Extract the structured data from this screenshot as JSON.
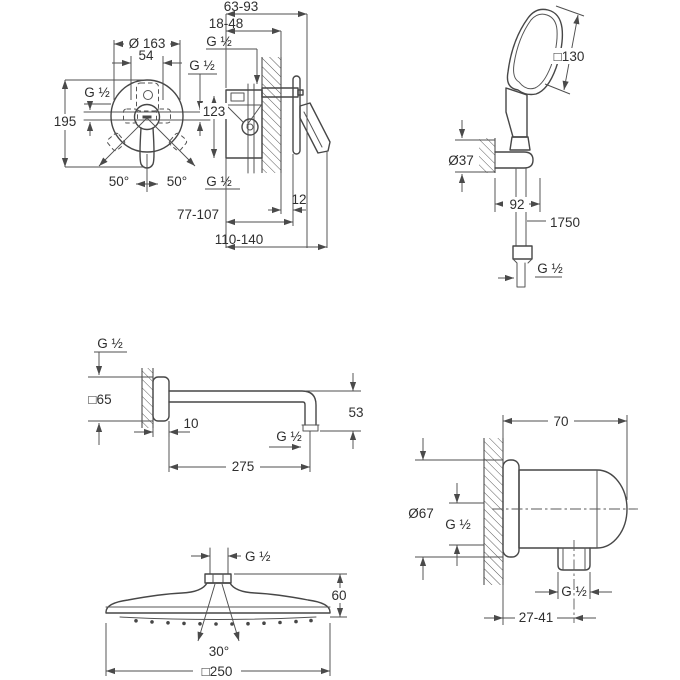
{
  "style": {
    "background": "#ffffff",
    "line_color": "#474747",
    "dim_line_color": "#4f4f4f",
    "text_color": "#2f2f2f"
  },
  "views": {
    "mixer_front": {
      "name": "concealed shower mixer - front view",
      "diameter": "Ø 163",
      "width": "54",
      "thread_left": "G ½",
      "thread_right": "G ½",
      "height": "195",
      "angle_left": "50°",
      "angle_right": "50°"
    },
    "mixer_side": {
      "name": "concealed shower mixer - side view",
      "depth_range": "63-93",
      "inset_range": "18-48",
      "thread_top": "G ½",
      "height": "123",
      "thread_bottom": "G ½",
      "plate_gap": "12",
      "range_inner": "77-107",
      "range_outer": "110-140"
    },
    "hand_shower": {
      "name": "hand shower with wall holder and hose",
      "head_size": "□130",
      "holder_dia": "Ø37",
      "bracket_offset": "92",
      "hose_length": "1750",
      "thread": "G ½"
    },
    "shower_arm": {
      "name": "wall shower arm",
      "thread_wall": "G ½",
      "flange_size": "□65",
      "wall_inset": "10",
      "drop": "53",
      "thread_outlet": "G ½",
      "length": "275"
    },
    "head_shower": {
      "name": "head shower - side view",
      "thread": "G ½",
      "height": "60",
      "spray_angle": "30°",
      "width": "□250"
    },
    "wall_union": {
      "name": "shower outlet elbow",
      "depth": "70",
      "flange_dia": "Ø67",
      "thread_inlet": "G ½",
      "thread_outlet": "G ½",
      "offset_range": "27-41"
    }
  }
}
